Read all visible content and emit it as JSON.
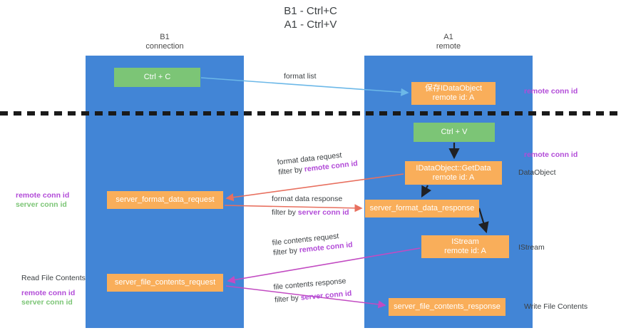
{
  "title": "B1 - Ctrl+C\nA1 - Ctrl+V",
  "lanes": [
    {
      "name": "b1-connection",
      "title": "B1\nconnection",
      "color": "#4285d6"
    },
    {
      "name": "a1-remote",
      "title": "A1\nremote",
      "color": "#4285d6"
    }
  ],
  "colors": {
    "lane": "#4285d6",
    "green_box": "#7cc576",
    "orange_box": "#f9ae5a",
    "remote_conn_id": "#b24bd8",
    "server_conn_id": "#7cc576",
    "format_list_arrow": "#6cb8e8",
    "format_data_arrow": "#e8705f",
    "file_contents_arrow": "#c24bc2",
    "black_arrow": "#202124",
    "separator": "#1a1a1a"
  },
  "boxes": [
    {
      "id": "ctrl-c",
      "label": "Ctrl + C",
      "style": "green"
    },
    {
      "id": "save-idataobject",
      "label": "保存IDataObject\nremote id: A",
      "style": "orange"
    },
    {
      "id": "ctrl-v",
      "label": "Ctrl + V",
      "style": "green"
    },
    {
      "id": "idataobject-getdata",
      "label": "IDataObject::GetData\nremote id: A",
      "style": "orange"
    },
    {
      "id": "server-format-data-request",
      "label": "server_format_data_request",
      "style": "orange"
    },
    {
      "id": "server-format-data-response",
      "label": "server_format_data_response",
      "style": "orange"
    },
    {
      "id": "istream",
      "label": "IStream\nremote id: A",
      "style": "orange"
    },
    {
      "id": "server-file-contents-request",
      "label": "server_file_contents_request",
      "style": "orange"
    },
    {
      "id": "server-file-contents-response",
      "label": "server_file_contents_response",
      "style": "orange"
    }
  ],
  "edge_labels": {
    "format_list": "format list",
    "format_data_request": {
      "line1": "format data request",
      "filter_prefix": "filter by ",
      "filter_key": "remote conn id"
    },
    "format_data_response": {
      "line1": "format data response",
      "filter_prefix": "filter by ",
      "filter_key": "server conn id"
    },
    "file_contents_request": {
      "line1": "file contents request",
      "filter_prefix": "filter by ",
      "filter_key": "remote conn id"
    },
    "file_contents_response": {
      "line1": "file contents response",
      "filter_prefix": "filter by ",
      "filter_key": "server conn id"
    }
  },
  "annotations": {
    "right": [
      {
        "id": "remote-conn-id-top",
        "text": "remote conn id",
        "kind": "remote"
      },
      {
        "id": "remote-conn-id-mid",
        "text": "remote conn id",
        "kind": "remote"
      },
      {
        "id": "dataobject",
        "text": "DataObject",
        "kind": "plain"
      },
      {
        "id": "istream-label",
        "text": "IStream",
        "kind": "plain"
      },
      {
        "id": "write-file-contents",
        "text": "Write File Contents",
        "kind": "plain"
      }
    ],
    "left": [
      {
        "id": "format-data-keys",
        "lines": [
          {
            "text": "remote conn id",
            "kind": "remote"
          },
          {
            "text": "server conn id",
            "kind": "server"
          }
        ]
      },
      {
        "id": "read-file-contents-keys",
        "lines": [
          {
            "text": "Read File Contents",
            "kind": "plain"
          },
          {
            "text": "",
            "kind": "spacer"
          },
          {
            "text": "remote conn id",
            "kind": "remote"
          },
          {
            "text": "server conn id",
            "kind": "server"
          }
        ]
      }
    ]
  }
}
